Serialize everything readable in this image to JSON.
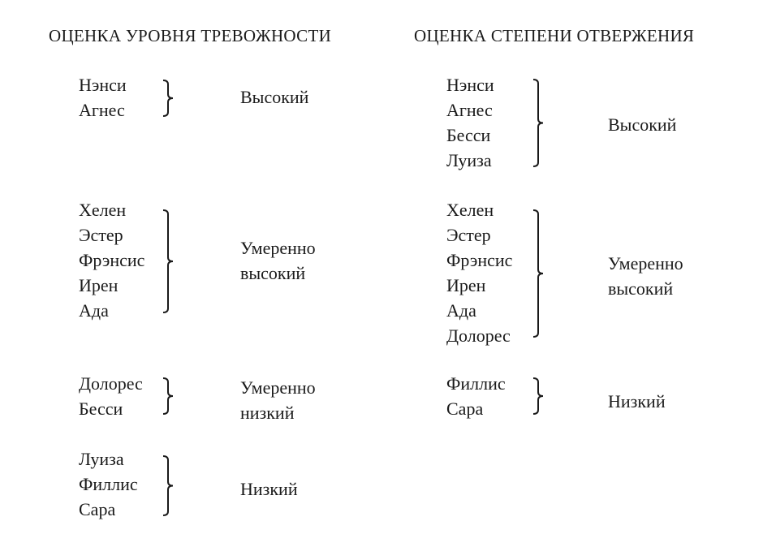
{
  "anxiety": {
    "title": "ОЦЕНКА УРОВНЯ ТРЕВОЖНОСТИ",
    "groups": [
      {
        "names": [
          "Нэнси",
          "Агнес"
        ],
        "label": [
          "Высокий"
        ]
      },
      {
        "names": [
          "Хелен",
          "Эстер",
          "Фрэнсис",
          "Ирен",
          "Ада"
        ],
        "label": [
          "Умеренно",
          "высокий"
        ]
      },
      {
        "names": [
          "Долорес",
          "Бесси"
        ],
        "label": [
          "Умеренно",
          "низкий"
        ]
      },
      {
        "names": [
          "Луиза",
          "Филлис",
          "Сара"
        ],
        "label": [
          "Низкий"
        ]
      }
    ]
  },
  "rejection": {
    "title": "ОЦЕНКА СТЕПЕНИ ОТВЕРЖЕНИЯ",
    "groups": [
      {
        "names": [
          "Нэнси",
          "Агнес",
          "Бесси",
          "Луиза"
        ],
        "label": [
          "Высокий"
        ]
      },
      {
        "names": [
          "Хелен",
          "Эстер",
          "Фрэнсис",
          "Ирен",
          "Ада",
          "Долорес"
        ],
        "label": [
          "Умеренно",
          "высокий"
        ]
      },
      {
        "names": [
          "Филлис",
          "Сара"
        ],
        "label": [
          "Низкий"
        ]
      }
    ]
  }
}
